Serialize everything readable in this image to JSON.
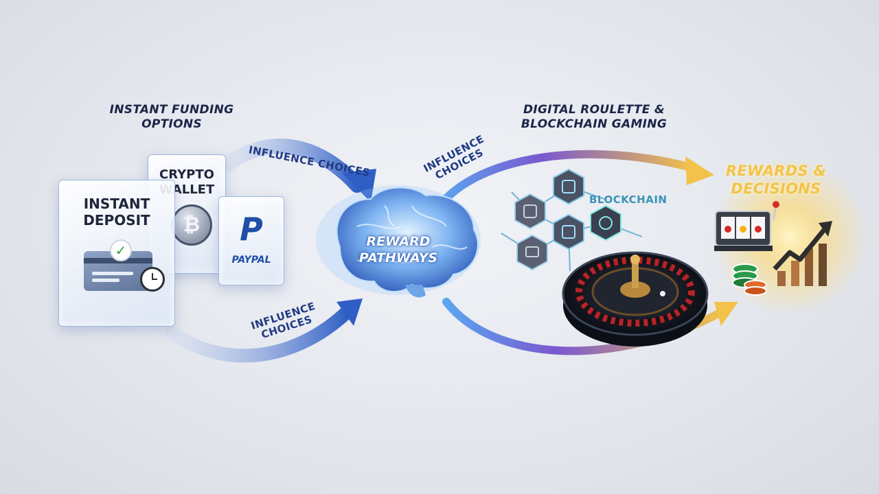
{
  "headings": {
    "funding": "INSTANT FUNDING\nOPTIONS",
    "gaming": "DIGITAL ROULETTE &\nBLOCKCHAIN GAMING",
    "rewards": "REWARDS &\nDECISIONS"
  },
  "cards": {
    "instant_deposit": "INSTANT\nDEPOSIT",
    "crypto_wallet": "CRYPTO\nWALLET",
    "paypal": "PAYPAL"
  },
  "icons": {
    "bitcoin": "bitcoin-icon",
    "paypal": "paypal-icon",
    "check": "check-icon",
    "clock": "clock-icon",
    "brain": "brain-icon",
    "roulette": "roulette-wheel-icon",
    "slot": "slot-machine-icon",
    "chips": "poker-chips-icon",
    "growth": "growth-chart-icon"
  },
  "brain_label": "REWARD\nPATHWAYS",
  "blockchain_label": "BLOCKCHAIN",
  "flows": {
    "top_left": "INFLUENCE CHOICES",
    "bottom_left": "INFLUENCE\nCHOICES",
    "right": "INFLUENCE\nCHOICES"
  },
  "colors": {
    "arrow_blue": "#2f5fc4",
    "arrow_purple": "#7a58d0",
    "arrow_gold": "#f2c24a",
    "heading": "#1b2547"
  }
}
